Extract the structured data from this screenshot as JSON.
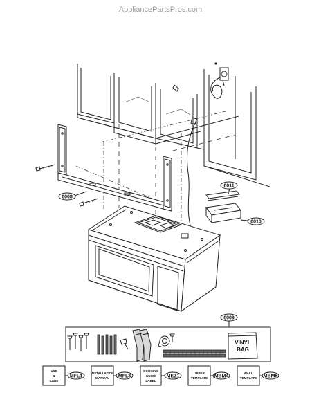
{
  "watermark": "AppliancePartsPros.com",
  "callouts": {
    "p6008": "6008",
    "p6011": "6011",
    "p6010": "6010",
    "p6009": "6009",
    "mfl1": "MFL1",
    "mfl3": "MFL3",
    "mez1": "MEZ1",
    "mbm4": "MBM4",
    "mbm5": "MBM5"
  },
  "doc_boxes": {
    "use_care": [
      "USE",
      "&",
      "CARE"
    ],
    "installation_manual": [
      "INSTALLATION",
      "MANUAL"
    ],
    "cooking_guide_label": [
      "COOKING",
      "GUIDE",
      "LABEL"
    ],
    "upper_template": [
      "UPPER",
      "TEMPLATE"
    ],
    "wall_template": [
      "WALL",
      "TEMPLATE"
    ]
  },
  "vinyl_bag": [
    "VINYL",
    "BAG"
  ]
}
